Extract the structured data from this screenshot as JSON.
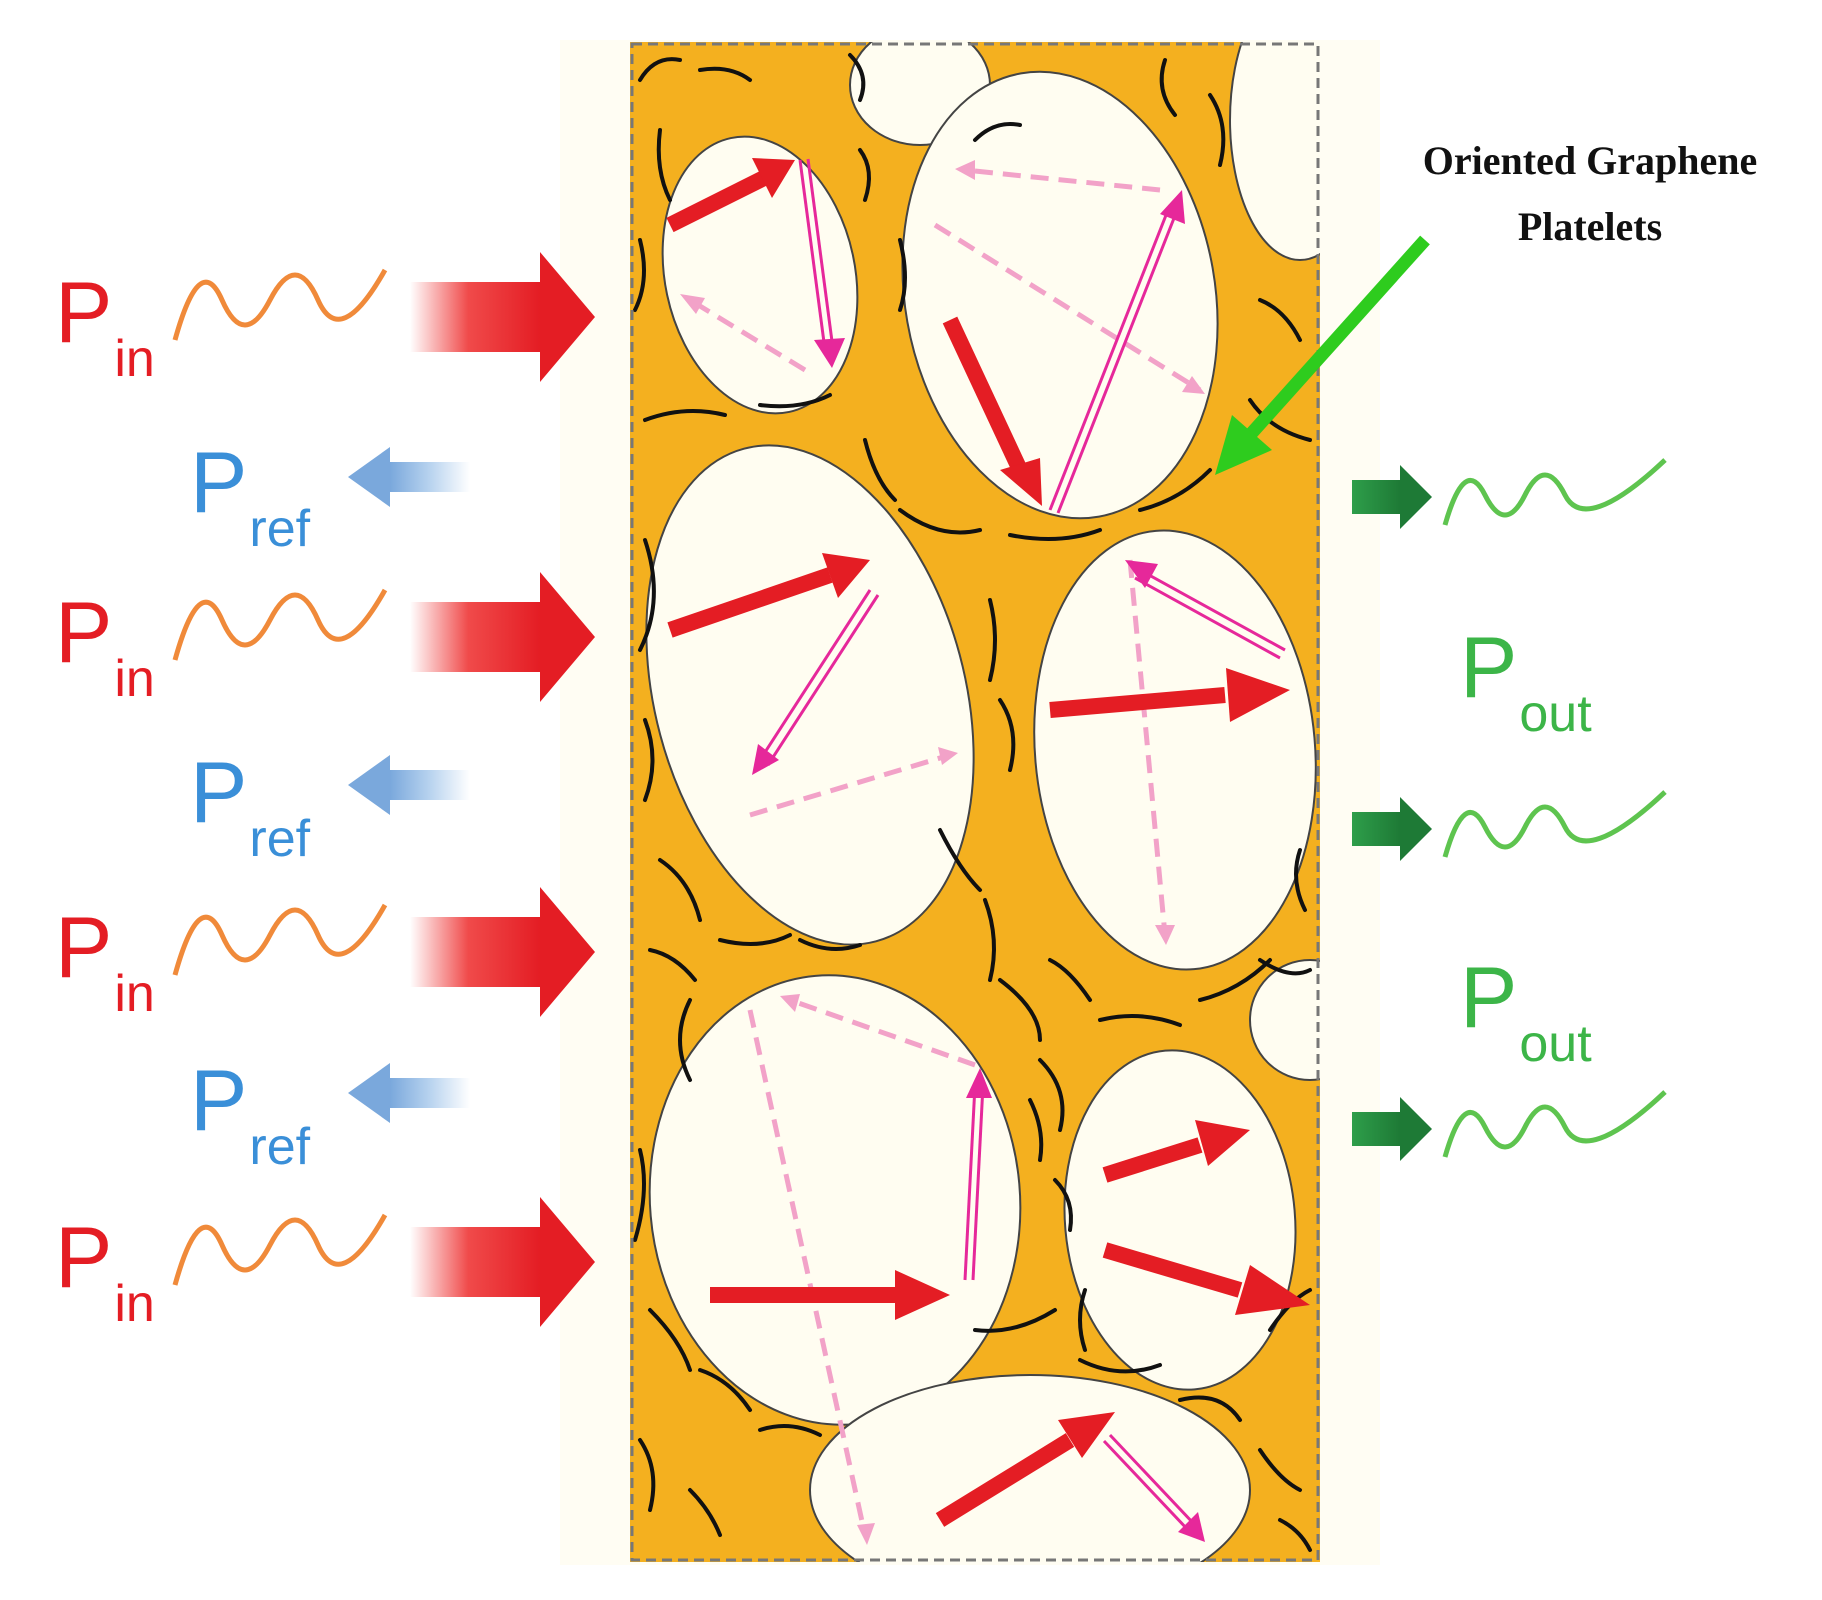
{
  "annotation": {
    "line1": "Oriented Graphene",
    "line2": "Platelets"
  },
  "labels": {
    "p_main": "P",
    "in_sub": "in",
    "ref_sub": "ref",
    "out_sub": "out"
  },
  "colors": {
    "incident": "#e41d24",
    "reflected": "#3a8fd8",
    "transmitted": "#3cb548",
    "matrix": "#f4b01f",
    "pore": "#fffdf1",
    "wave_in": "#f08a3a",
    "internal_reflection": "#e6289a",
    "scatter": "#f2a2c8",
    "pointer": "#2ecc1e"
  },
  "counts": {
    "incident_waves": 4,
    "reflected_waves": 3,
    "transmitted_waves": 3
  }
}
